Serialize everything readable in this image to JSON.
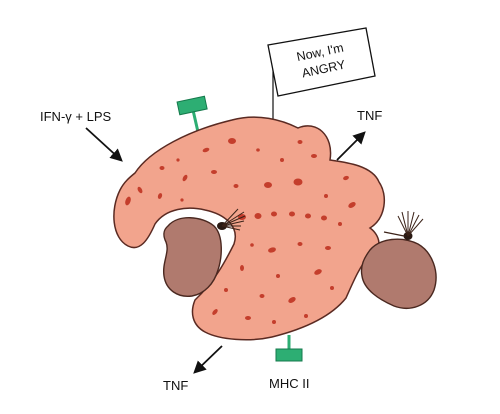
{
  "labels": {
    "activation_signal": "IFN-γ + LPS",
    "tnf_top": "TNF",
    "tnf_bottom": "TNF",
    "mhc": "MHC II"
  },
  "flag": {
    "line1": "Now, I'm",
    "line2": "ANGRY"
  },
  "colors": {
    "macrophage_fill": "#f2a48d",
    "macrophage_outline": "#5a2a22",
    "dots": "#c43e2c",
    "target_cell_fill": "#b07a6e",
    "receptor": "#2dae73",
    "ink": "#111111"
  },
  "icons": [
    "activated-macrophage",
    "target-cell",
    "mhc-receptor-icon",
    "flag-icon",
    "arrow-icon"
  ]
}
